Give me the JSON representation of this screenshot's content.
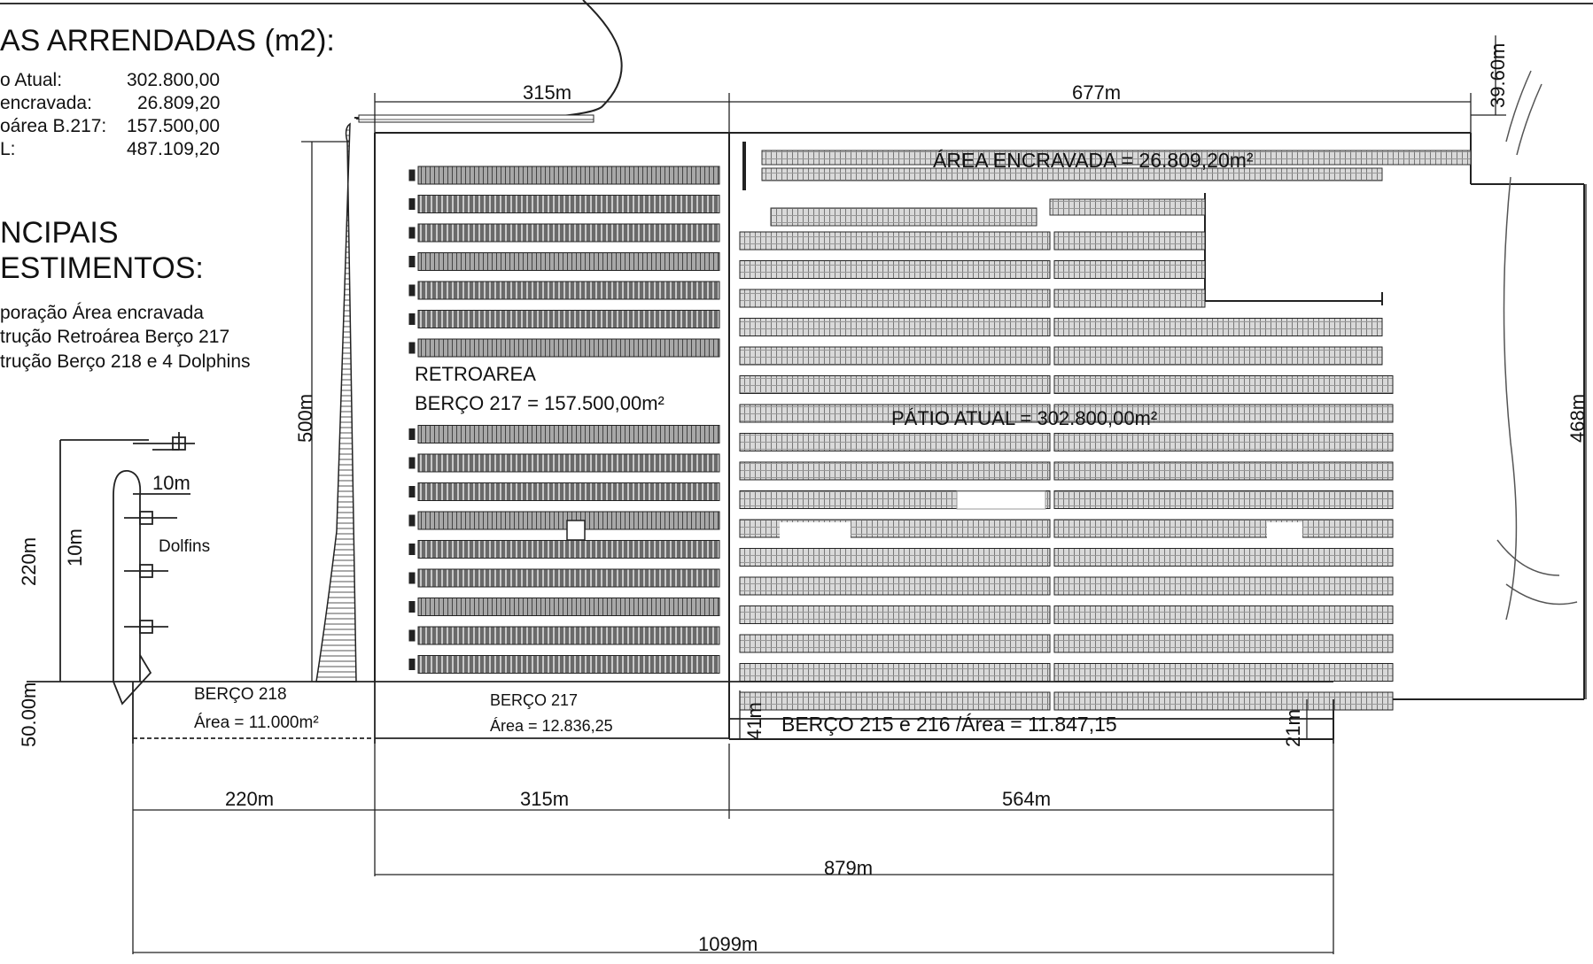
{
  "heading": "AS ARRENDADAS (m2):",
  "areas_table": [
    {
      "label": "o Atual:",
      "value": "302.800,00"
    },
    {
      "label": "encravada:",
      "value": "26.809,20"
    },
    {
      "label": "oárea B.217:",
      "value": "157.500,00"
    },
    {
      "label": "L:",
      "value": "487.109,20"
    }
  ],
  "investments_heading_line1": "NCIPAIS",
  "investments_heading_line2": "ESTIMENTOS:",
  "investments": [
    "poração Área encravada",
    "trução Retroárea Berço 217",
    "trução Berço 218 e 4 Dolphins"
  ],
  "dimensions": {
    "top_315": "315m",
    "top_677": "677m",
    "right_39_60": "39.60m",
    "right_468": "468m",
    "left_500": "500m",
    "dolphin_10m_h": "10m",
    "dolphin_10m_v": "10m",
    "dolphin_220": "220m",
    "dolphin_50": "50.00m",
    "berth_41": "41m",
    "berth_21": "21m",
    "bottom_220": "220m",
    "bottom_315": "315m",
    "bottom_564": "564m",
    "bottom_879": "879m",
    "bottom_1099": "1099m"
  },
  "labels": {
    "dolfins": "Dolfins",
    "berco_218": "BERÇO 218",
    "berco_218_area": "Área = 11.000m²",
    "berco_217": "BERÇO 217",
    "berco_217_area": "Área = 12.836,25",
    "berco_215_216": "BERÇO 215 e 216 /Área = 11.847,15",
    "retroarea_line1": "RETROAREA",
    "retroarea_line2": "BERÇO 217 = 157.500,00m²",
    "area_encravada": "ÁREA ENCRAVADA = 26.809,20m²",
    "patio_atual": "PÁTIO  ATUAL = 302.800,00m²"
  }
}
